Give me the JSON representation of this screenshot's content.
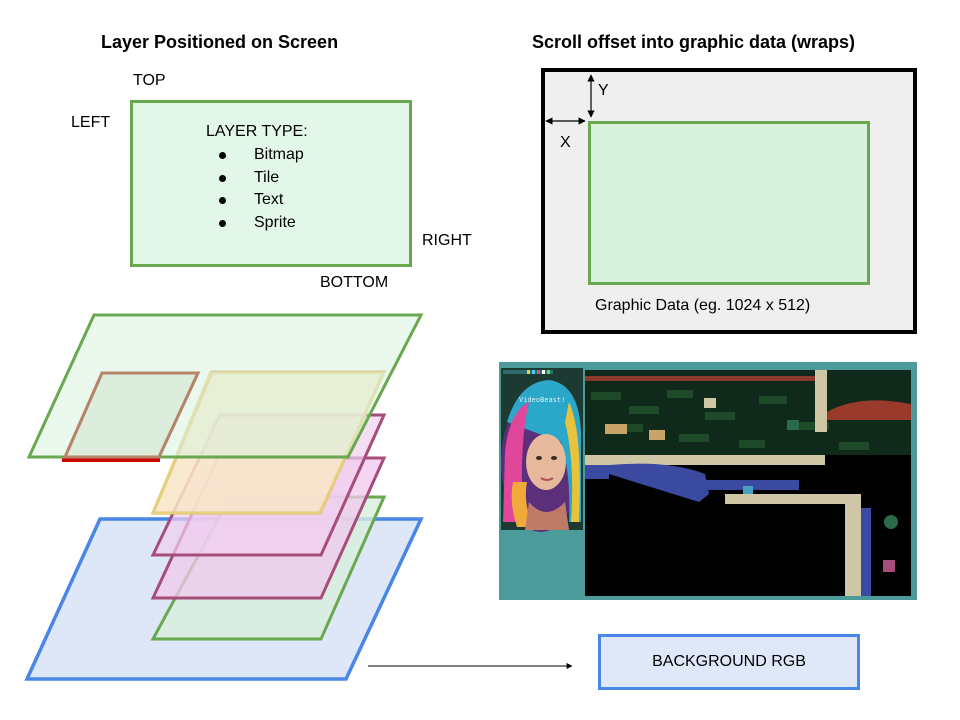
{
  "titles": {
    "left": "Layer Positioned on Screen",
    "right": "Scroll offset into graphic data (wraps)"
  },
  "edges": {
    "top": "TOP",
    "left": "LEFT",
    "right": "RIGHT",
    "bottom": "BOTTOM"
  },
  "layer_type": {
    "heading": "LAYER TYPE:",
    "items": [
      "Bitmap",
      "Tile",
      "Text",
      "Sprite"
    ]
  },
  "scroll": {
    "x_label": "X",
    "y_label": "Y",
    "caption": "Graphic Data (eg. 1024 x 512)"
  },
  "background": {
    "label": "BACKGROUND RGB"
  },
  "game": {
    "hud_text": "VideoBeast!"
  },
  "colors": {
    "green": "#6aa84f",
    "blue": "#4a86e8",
    "purple": "#a64d79",
    "orange": "#e69138",
    "yellow": "#f1c232",
    "brown": "#b5846a",
    "red": "#cc0000",
    "teal": "#4c9a9a"
  }
}
